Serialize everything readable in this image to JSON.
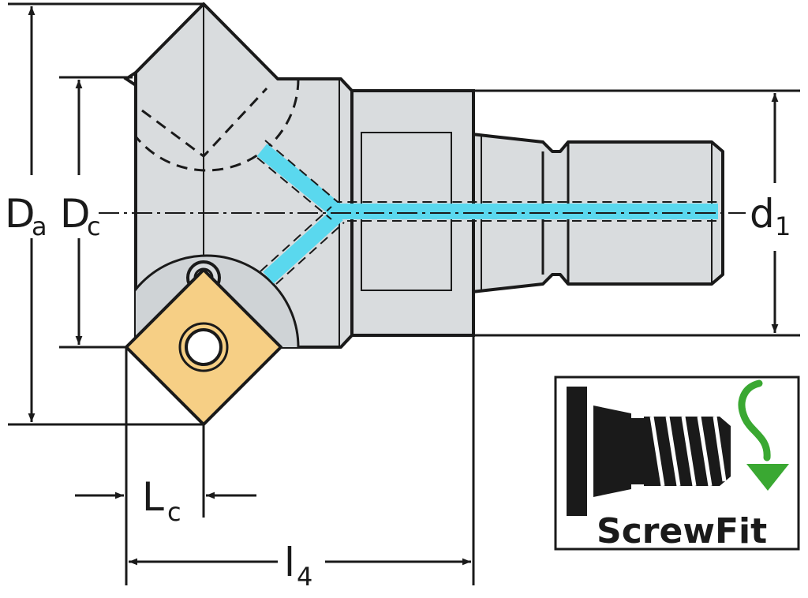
{
  "dimensions": {
    "Da": {
      "main": "D",
      "sub": "a"
    },
    "Dc": {
      "main": "D",
      "sub": "c"
    },
    "d1": {
      "main": "d",
      "sub": "1"
    },
    "Lc": {
      "main": "L",
      "sub": "c"
    },
    "l4": {
      "main": "l",
      "sub": "4"
    }
  },
  "badge": {
    "label": "ScrewFit",
    "icon": "screwfit-icon"
  },
  "colors": {
    "body": "#d9dcde",
    "outline": "#1a1a1a",
    "coolant": "#5ad8ee",
    "insert": "#f6cf85",
    "arrow": "#3aa832"
  }
}
